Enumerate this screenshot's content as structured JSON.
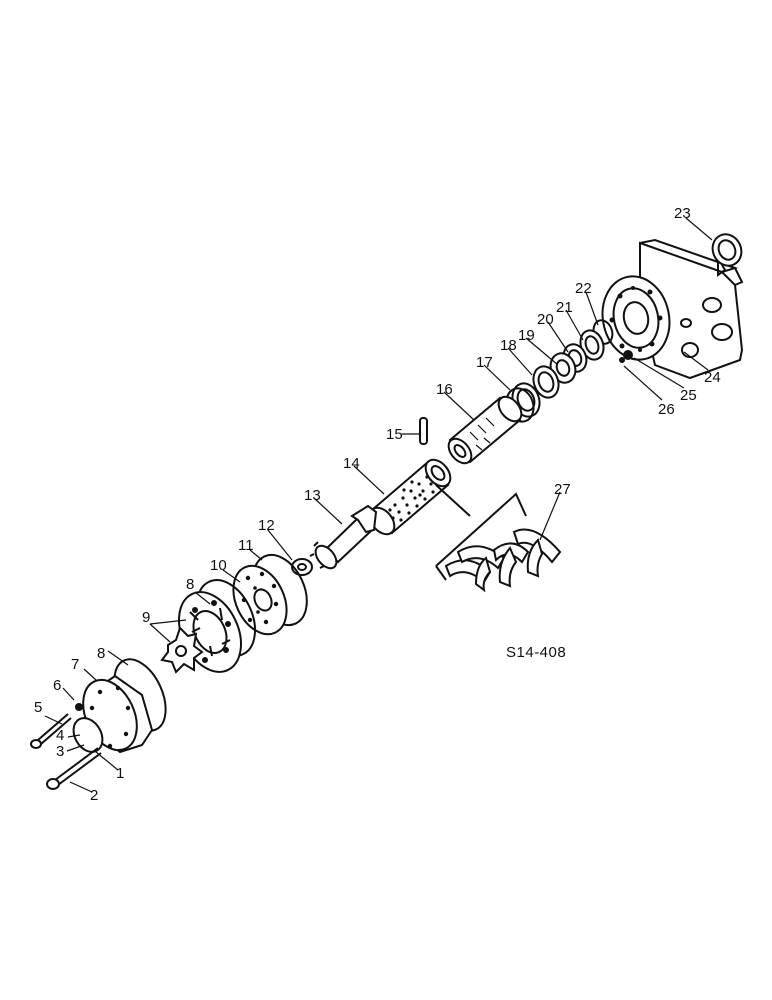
{
  "drawing_ref": "S14-408",
  "part_labels": [
    "1",
    "2",
    "3",
    "4",
    "5",
    "6",
    "7",
    "8",
    "8",
    "9",
    "10",
    "11",
    "12",
    "13",
    "14",
    "15",
    "16",
    "17",
    "18",
    "19",
    "20",
    "21",
    "22",
    "23",
    "24",
    "25",
    "26",
    "27"
  ]
}
